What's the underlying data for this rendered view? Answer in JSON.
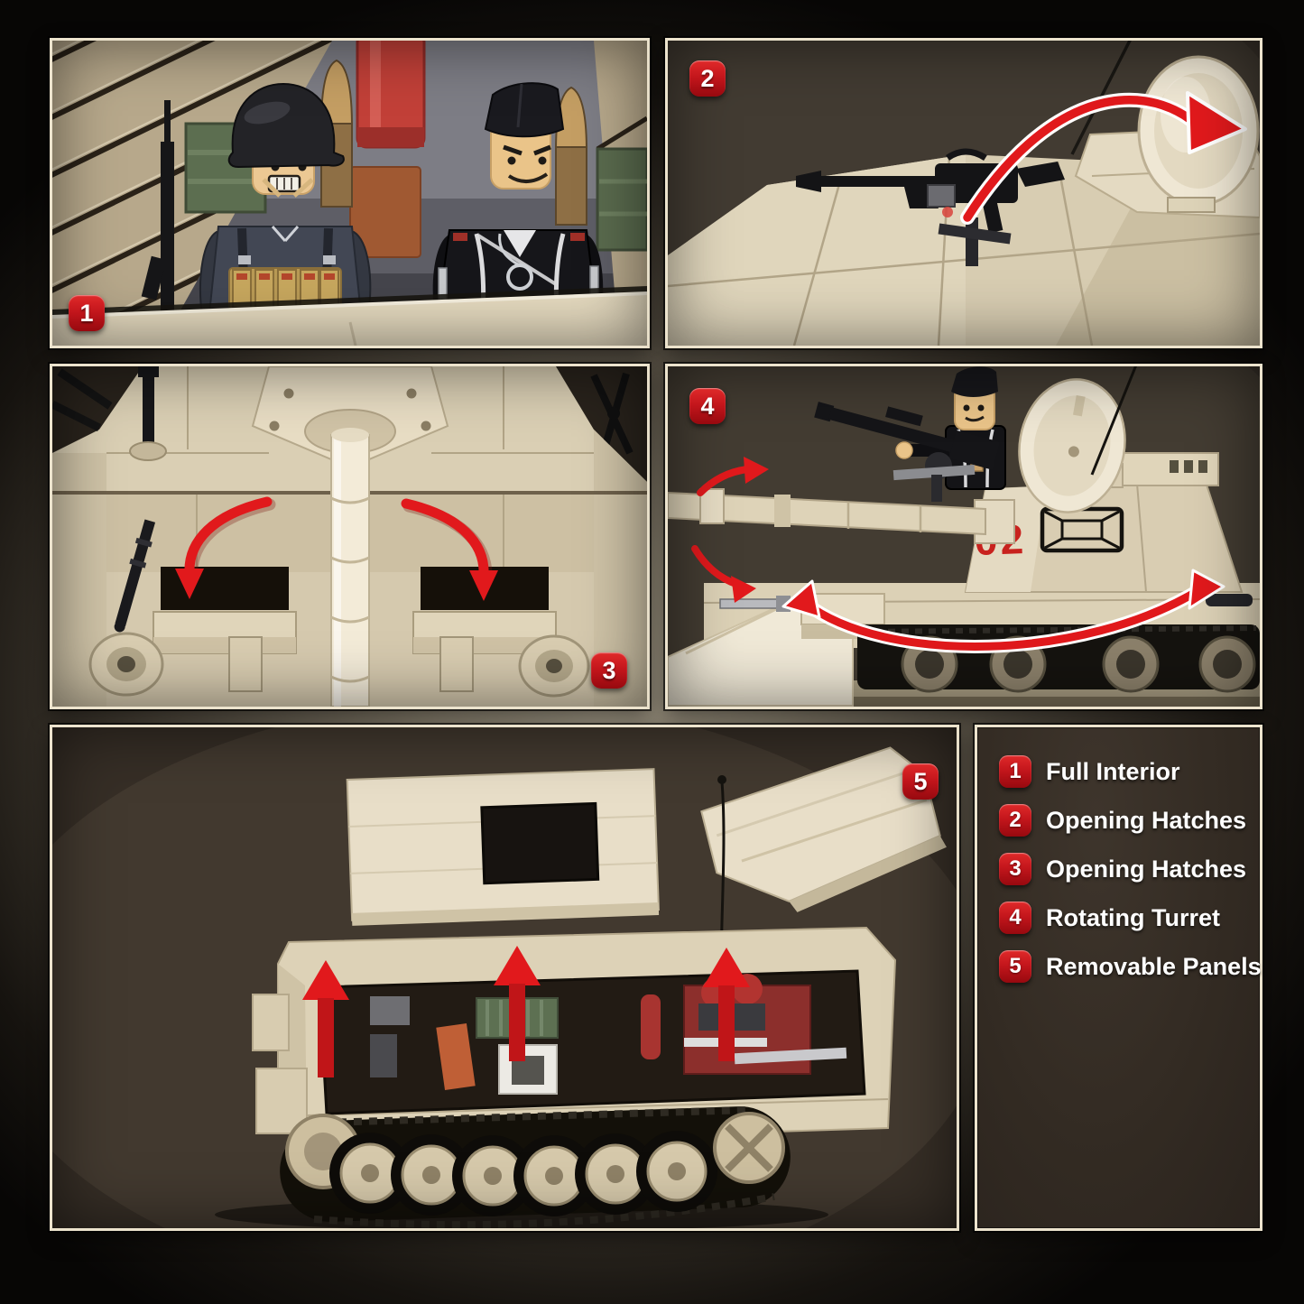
{
  "colors": {
    "accent_red": "#c4161c",
    "arrow_red": "#e1191c",
    "panel_border_cream": "#ece3cd",
    "tank_cream": "#ddd2b8",
    "dark_photo_bg": "#3a332b",
    "page_vignette_inner": "#9a9280",
    "page_vignette_outer": "#070605",
    "legend_bg": "#332b23",
    "legend_text": "#ffffff"
  },
  "panels": [
    {
      "badge": "1",
      "feature": "Full Interior",
      "badge_corner": "bottom-left"
    },
    {
      "badge": "2",
      "feature": "Opening Hatches",
      "badge_corner": "top-left"
    },
    {
      "badge": "3",
      "feature": "Opening Hatches",
      "badge_corner": "bottom-right"
    },
    {
      "badge": "4",
      "feature": "Rotating Turret",
      "badge_corner": "top-left",
      "turret_marking": "02"
    },
    {
      "badge": "5",
      "feature": "Removable Panels",
      "badge_corner": "top-right"
    }
  ],
  "legend": {
    "items": [
      {
        "num": "1",
        "label": "Full Interior"
      },
      {
        "num": "2",
        "label": "Opening Hatches"
      },
      {
        "num": "3",
        "label": "Opening Hatches"
      },
      {
        "num": "4",
        "label": "Rotating Turret"
      },
      {
        "num": "5",
        "label": "Removable Panels"
      }
    ]
  }
}
